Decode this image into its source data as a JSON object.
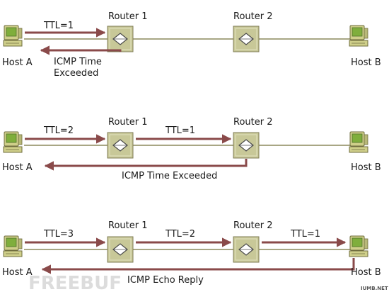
{
  "colors": {
    "link": "#a8a684",
    "arrow": "#8a4a4a",
    "router_fill": "#c8c898",
    "router_edge": "#7f7c56",
    "host_body": "#cfcf8a",
    "host_screen": "#7fae3c"
  },
  "icons": {
    "host": "computer-icon",
    "router": "router-icon"
  },
  "scenarios": [
    {
      "hop": {
        "host_a": "Host A",
        "host_b": "Host B",
        "router1": "Router 1",
        "router2": "Router 2"
      },
      "ttl_labels": [
        "TTL=1"
      ],
      "reply_label": "ICMP Time Exceeded"
    },
    {
      "hop": {
        "host_a": "Host A",
        "host_b": "Host B",
        "router1": "Router 1",
        "router2": "Router 2"
      },
      "ttl_labels": [
        "TTL=2",
        "TTL=1"
      ],
      "reply_label": "ICMP Time Exceeded"
    },
    {
      "hop": {
        "host_a": "Host A",
        "host_b": "Host B",
        "router1": "Router 1",
        "router2": "Router 2"
      },
      "ttl_labels": [
        "TTL=3",
        "TTL=2",
        "TTL=1"
      ],
      "reply_label": "ICMP Echo Reply"
    }
  ],
  "watermark": {
    "left": "FREEBUF",
    "right": "IUMB.NET"
  }
}
